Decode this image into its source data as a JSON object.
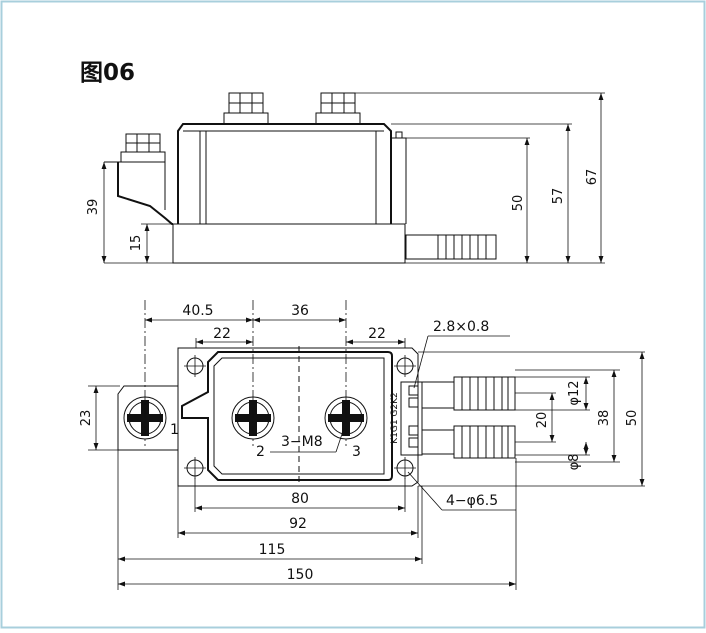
{
  "figure": {
    "title": "图06",
    "frame_color": "#a8cfdc"
  },
  "side_view": {
    "dims": {
      "h_39": "39",
      "h_15": "15",
      "h_50": "50",
      "h_57": "57",
      "h_67": "67"
    }
  },
  "top_view": {
    "dims": {
      "w_40_5": "40.5",
      "w_36": "36",
      "w_22_left": "22",
      "w_22_right": "22",
      "terminal_2_8x0_8": "2.8×0.8",
      "h_23": "23",
      "w_80": "80",
      "w_92": "92",
      "w_115": "115",
      "w_150": "150",
      "d_12": "φ12",
      "d_8": "φ8",
      "h_20": "20",
      "h_38": "38",
      "h_50": "50",
      "holes": "4−φ6.5",
      "screws": "3−M8"
    },
    "terminal_labels": {
      "t1": "1",
      "t2": "2",
      "t3": "3"
    },
    "side_marking": "K1G1 G2K2"
  }
}
